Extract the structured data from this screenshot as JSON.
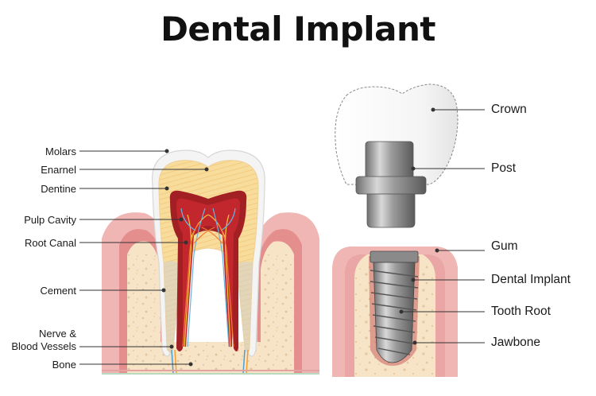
{
  "title": "Dental Implant",
  "left_labels": {
    "molars": "Molars",
    "enamel": "Enarnel",
    "dentine": "Dentine",
    "pulp_cavity": "Pulp Cavity",
    "root_canal": "Root Canal",
    "cement": "Cement",
    "nerve_line1": "Nerve &",
    "nerve_line2": "Blood Vessels",
    "bone": "Bone"
  },
  "right_labels": {
    "crown": "Crown",
    "post": "Post",
    "gum": "Gum",
    "dental_implant": "Dental Implant",
    "tooth_root": "Tooth Root",
    "jawbone": "Jawbone"
  },
  "colors": {
    "gum": "#f0b6b4",
    "gum_inner": "#e48e8e",
    "bone": "#f7e4c6",
    "bone_spots": "#e6cba6",
    "enamel": "#f4f4f4",
    "dentine": "#f7dca0",
    "pulp": "#a21f24",
    "metal": "#a9a9a9"
  }
}
